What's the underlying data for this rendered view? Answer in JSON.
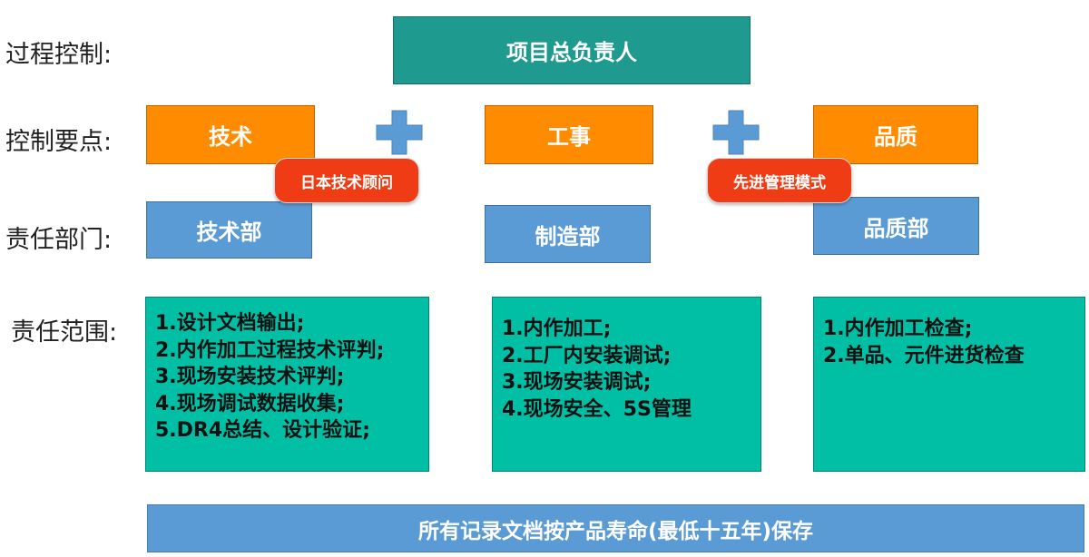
{
  "row_labels": {
    "process_control": "过程控制:",
    "control_points": "控制要点:",
    "departments": "责任部门:",
    "scope": "责任范围:"
  },
  "top": {
    "title": "项目总负责人"
  },
  "control_points": [
    {
      "label": "技术"
    },
    {
      "label": "工事"
    },
    {
      "label": "品质"
    }
  ],
  "tags": {
    "tech": "日本技术顾问",
    "quality": "先进管理模式"
  },
  "departments": [
    {
      "label": "技术部"
    },
    {
      "label": "制造部"
    },
    {
      "label": "品质部"
    }
  ],
  "scope": {
    "tech": [
      "1.设计文档输出;",
      "2.内作加工过程技术评判;",
      "3.现场安装技术评判;",
      "4.现场调试数据收集;",
      "5.DR4总结、设计验证;"
    ],
    "manufacturing": [
      "1.内作加工;",
      "2.工厂内安装调试;",
      "3.现场安装调试;",
      "4.现场安全、5S管理"
    ],
    "quality": [
      "1.内作加工检查;",
      "2.单品、元件进货检查"
    ]
  },
  "footer": {
    "text": "所有记录文档按产品寿命(最低十五年)保存"
  },
  "colors": {
    "teal": "#1f9a8e",
    "orange": "#ff8c00",
    "blue": "#5b9bd5",
    "green": "#00bfa5",
    "red": "#f03c14"
  }
}
